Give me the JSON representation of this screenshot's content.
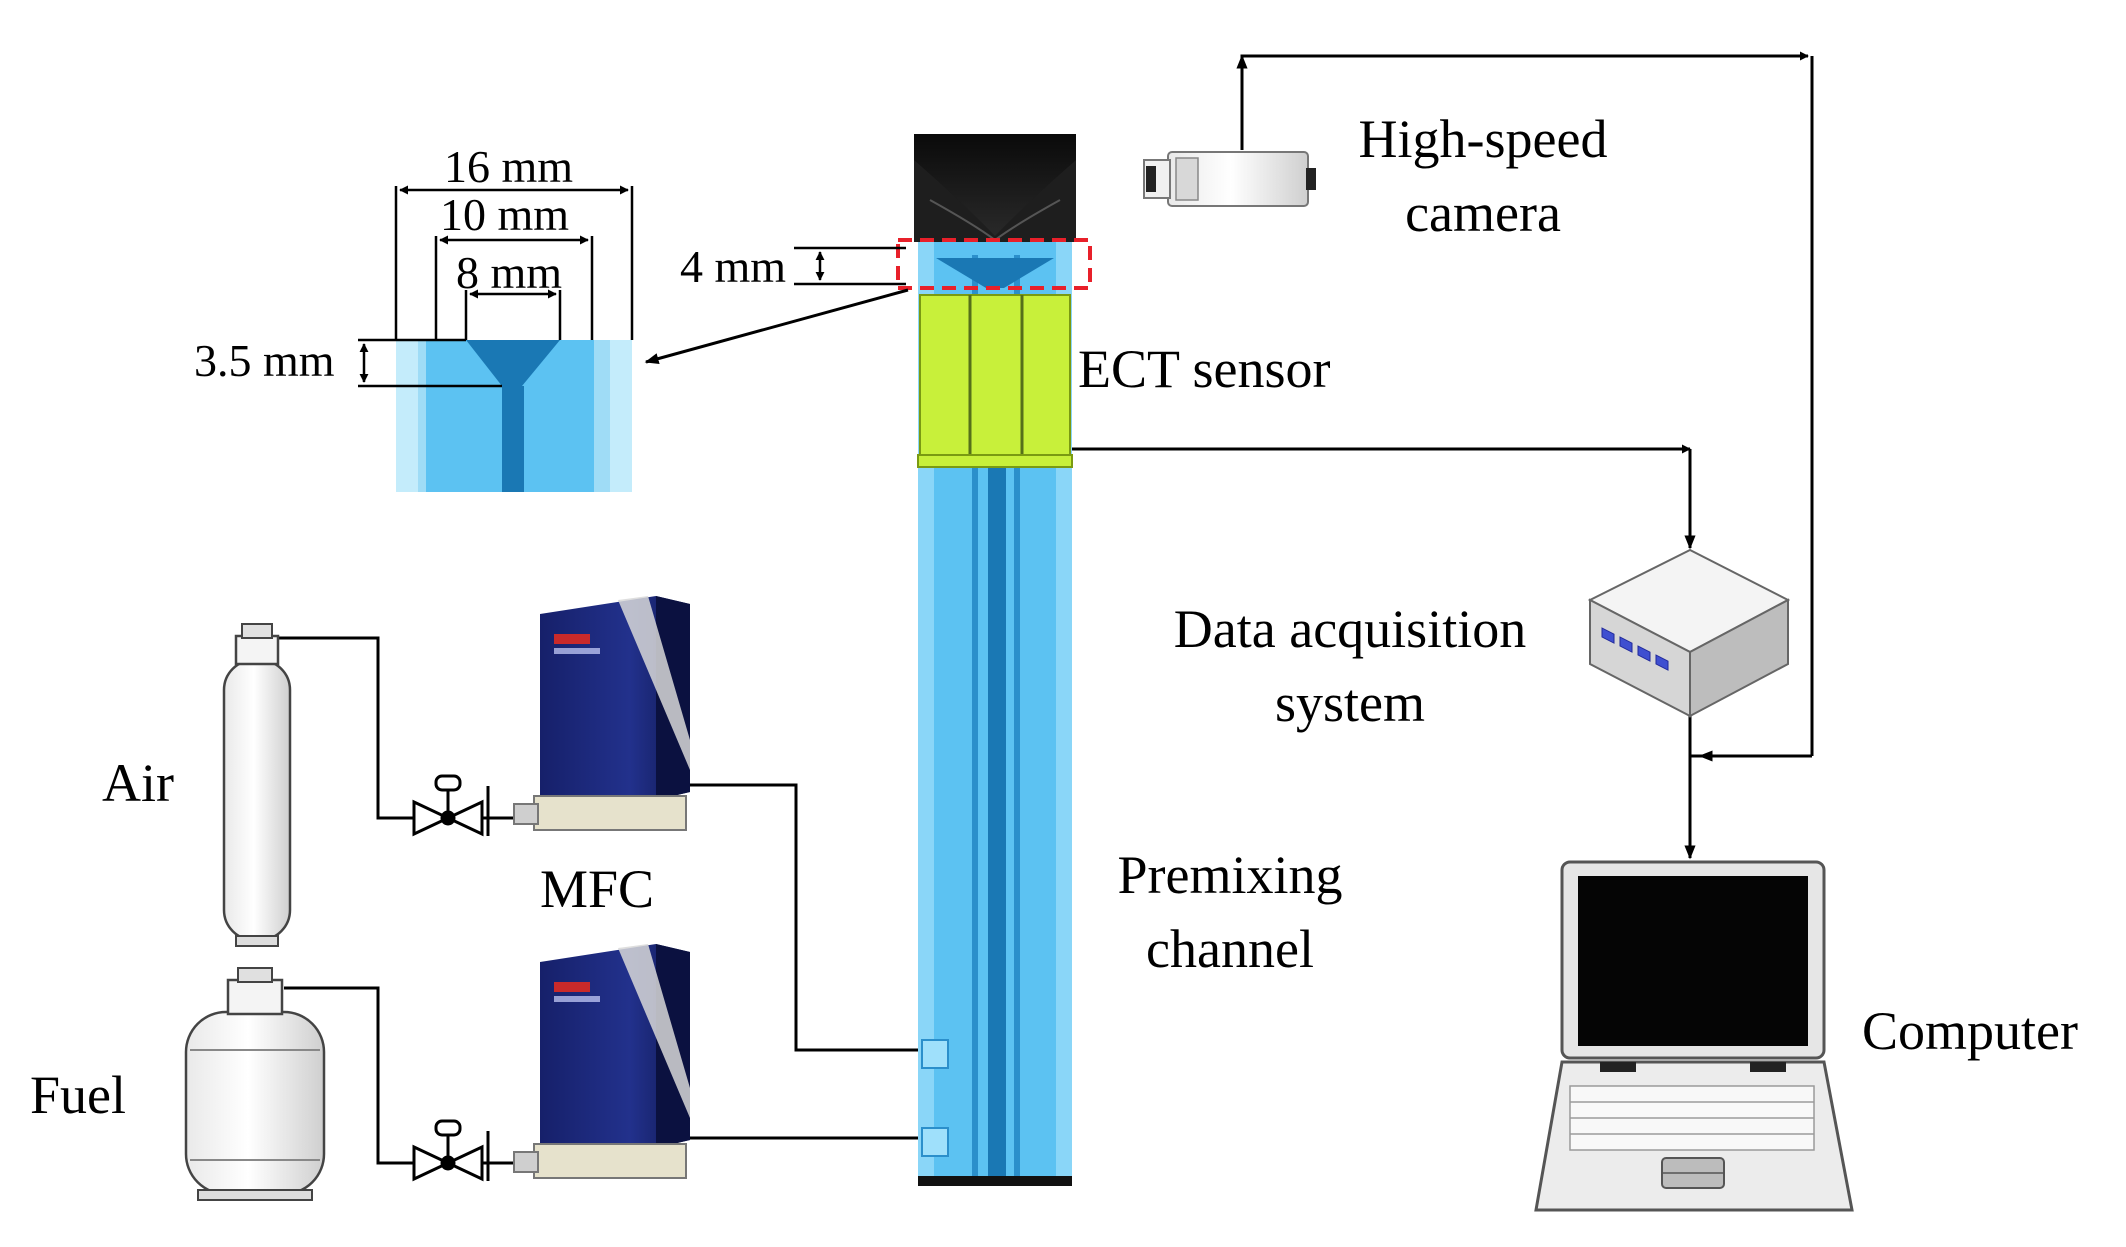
{
  "labels": {
    "camera": [
      "High-speed",
      "camera"
    ],
    "ect_sensor": "ECT sensor",
    "daq": [
      "Data acquisition",
      "system"
    ],
    "premixing": [
      "Premixing",
      "channel"
    ],
    "computer": "Computer",
    "air": "Air",
    "fuel": "Fuel",
    "mfc": "MFC"
  },
  "dimensions": {
    "outer_width": "16 mm",
    "mid_width": "10 mm",
    "inner_width": "8 mm",
    "cone_depth": "3.5 mm",
    "gap": "4 mm"
  },
  "colors": {
    "channel_blue": "#5cc2f2",
    "channel_dark": "#1a78b4",
    "sensor_green": "#c8f03a",
    "highlight_box": "#e8202a",
    "burner_top": "#111111"
  }
}
